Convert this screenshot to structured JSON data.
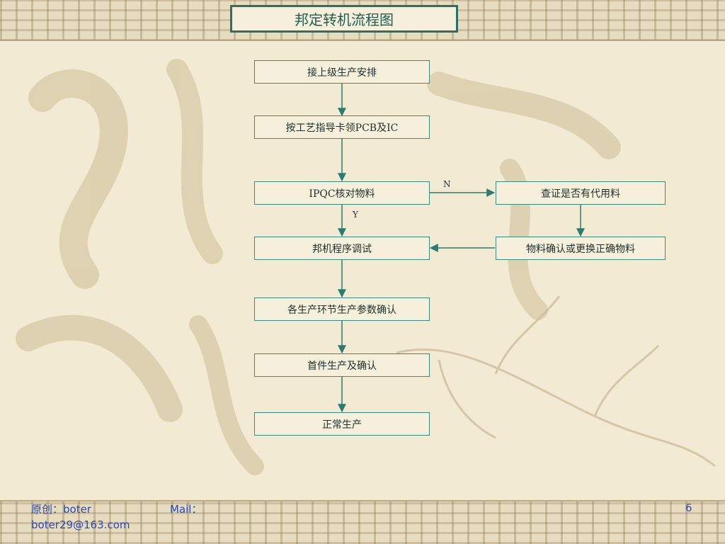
{
  "title": "邦定转机流程图",
  "nodes": {
    "n1": "接上级生产安排",
    "n2": "按工艺指导卡领PCB及IC",
    "n3": "IPQC核对物料",
    "n4": "查证是否有代用料",
    "n5": "邦机程序调试",
    "n6": "物料确认或更换正确物料",
    "n7": "各生产环节生产参数确认",
    "n8": "首件生产及确认",
    "n9": "正常生产"
  },
  "edge_labels": {
    "no": "N",
    "yes": "Y"
  },
  "footer": {
    "author": "原创：boter",
    "mail_label": "Mail：",
    "email": "boter29@163.com",
    "page_number": "6"
  },
  "colors": {
    "border": "#3d8a80",
    "arrow": "#2f7a70",
    "footer_text": "#2a48b8"
  }
}
